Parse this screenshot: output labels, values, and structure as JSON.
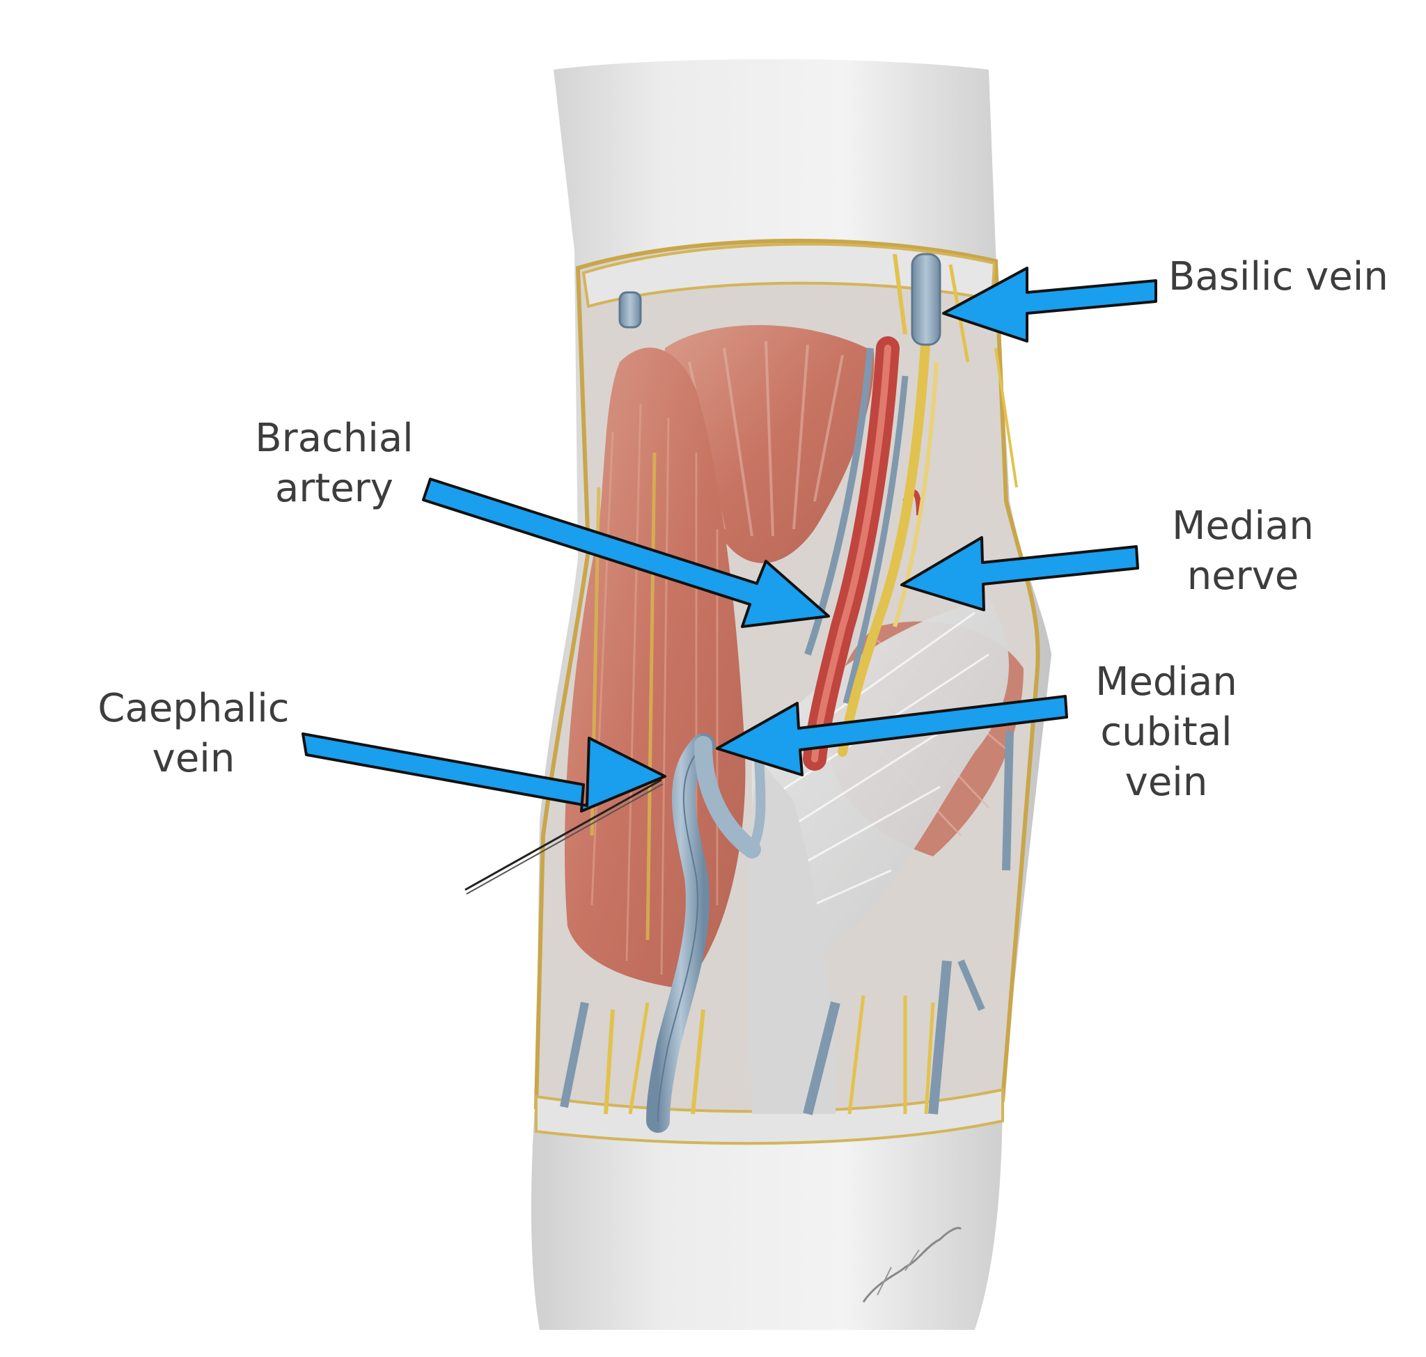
{
  "labels": {
    "basilic_vein": [
      "Basilic vein"
    ],
    "brachial_artery": [
      "Brachial",
      "artery"
    ],
    "median_nerve": [
      "Median",
      "nerve"
    ],
    "caephalic_vein": [
      "Caephalic",
      "vein"
    ],
    "median_cubital_vein": [
      "Median",
      "cubital",
      "vein"
    ]
  },
  "signature": "Szkuklik",
  "colors": {
    "arrow": "#1a9eee",
    "arrow_outline": "#111111",
    "label_text": "#3d3d3d",
    "skin": "#e6e6e6",
    "muscle": "#cc7f6f",
    "artery": "#c9463f",
    "vein": "#8aa6bd",
    "nerve": "#e2c24e",
    "fascia": "#dcdcdc"
  }
}
